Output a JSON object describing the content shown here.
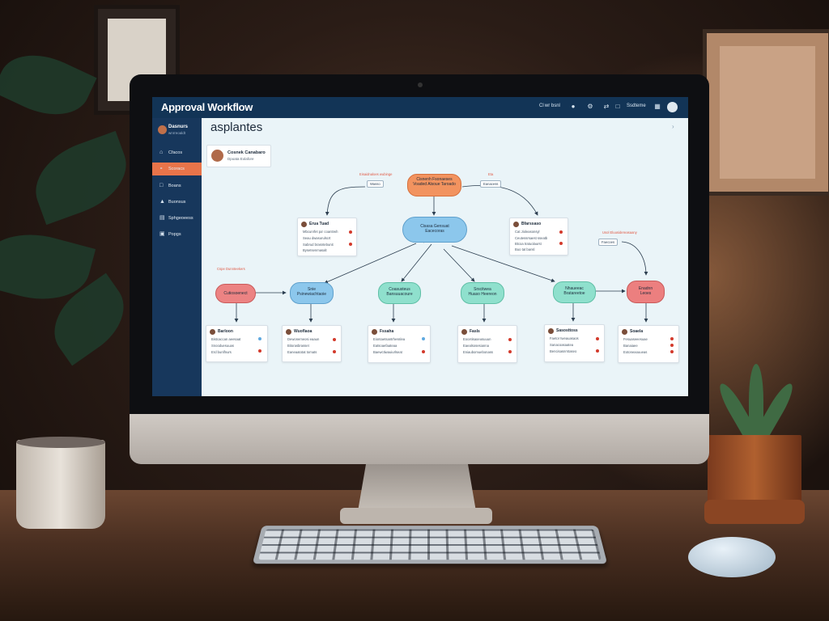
{
  "app": {
    "title": "Approval Workflow"
  },
  "topbar": {
    "items": [
      "Cl wr bsnl",
      "Ssdteme"
    ],
    "icons": [
      "user-icon",
      "settings-icon",
      "share-icon",
      "document-icon",
      "grid-icon"
    ]
  },
  "sidebar": {
    "profile": {
      "name": "Dasnurs",
      "sub": "wnrreoaldt"
    },
    "items": [
      {
        "label": "Cfacos",
        "icon": "home-icon",
        "active": false
      },
      {
        "label": "Scoracs",
        "icon": "workflow-icon",
        "active": true
      },
      {
        "label": "Boans",
        "icon": "document-icon",
        "active": false
      },
      {
        "label": "Buonsus",
        "icon": "user-icon",
        "active": false
      },
      {
        "label": "Sphgeoeess",
        "icon": "chart-icon",
        "active": false
      },
      {
        "label": "Popgs",
        "icon": "settings-icon",
        "active": false
      }
    ]
  },
  "main": {
    "title": "asplantes",
    "profile_card": {
      "name": "Cosnek Canabaro",
      "sub": "Dpoata Eolafore"
    }
  },
  "workflow": {
    "annotations": [
      "Eisaidnaloes wubinge",
      "Eta",
      "Cspe Dunnteekers",
      "Usol Eluusidereasaany"
    ],
    "tags": [
      "Wasso",
      "Eanacess",
      "Faecoes"
    ],
    "nodes": {
      "start": [
        "Cisnenh Fsonaeses",
        "Voaded Alsoue Taroado"
      ],
      "hub": [
        "Cisasa Gensuat",
        "Eacecoras"
      ],
      "r1": [
        "Cutiosoenect"
      ],
      "r2": [
        "Snie",
        "Psinewiachtaoie"
      ],
      "r3": [
        "Coasusteus",
        "Bansuuacoure"
      ],
      "r4": [
        "Srscitwea",
        "Huaso Heereon"
      ],
      "r5": [
        "Nhaueeac",
        "Bratareetoe"
      ],
      "r6": [
        "Enadnn",
        "Leoes"
      ]
    },
    "upper_cards": [
      {
        "title": "Erua Tuad",
        "lines": [
          "Mbcunrfet pa' coantrwh",
          "Seau dwasurulscrt",
          "Sabrud brasntebunit",
          "Bysetsenmasalt"
        ]
      },
      {
        "title": "Bfarssaso",
        "lines": [
          "Cat Jioleasonsyl",
          "Ceutessrsaest sseatb",
          "Btcoa tratuolaurst",
          "Buo tat bansl"
        ]
      }
    ],
    "cards": [
      {
        "title": "Barloon",
        "lines": [
          "Bistcaccan aeesaat",
          "Snooduesuuas",
          "Erd bunlfnurs"
        ]
      },
      {
        "title": "Wuoflaoa",
        "lines": [
          "Dewonemeosi eaaun",
          "Bitorasbrasset",
          "Eaneaatotat tomats"
        ]
      },
      {
        "title": "Fssaha",
        "lines": [
          "Eiontaetsantrhesslea",
          "Eatsoaefaateaa",
          "Baewctiwauiurlseat"
        ]
      },
      {
        "title": "Fasls",
        "lines": [
          "Eocetisaoeusuuun",
          "Eaealsosesianna",
          "Eniaubomuebonass"
        ]
      },
      {
        "title": "Sasosttoss",
        "lines": [
          "Faetor tweauasaos",
          "Sanacoasaatea",
          "Bencisasnrntaseo"
        ]
      },
      {
        "title": "Soaela",
        "lines": [
          "Fesuaseeesuae",
          "Banaiaee",
          "Eotoneaouueas"
        ]
      }
    ]
  },
  "colors": {
    "topbar": "#123456",
    "sidebar": "#17375c",
    "accent": "#e8744a",
    "node_orange": "#f2935f",
    "node_blue": "#8cc7ec",
    "node_teal": "#8fe0cd",
    "node_red": "#ec7f7f"
  }
}
